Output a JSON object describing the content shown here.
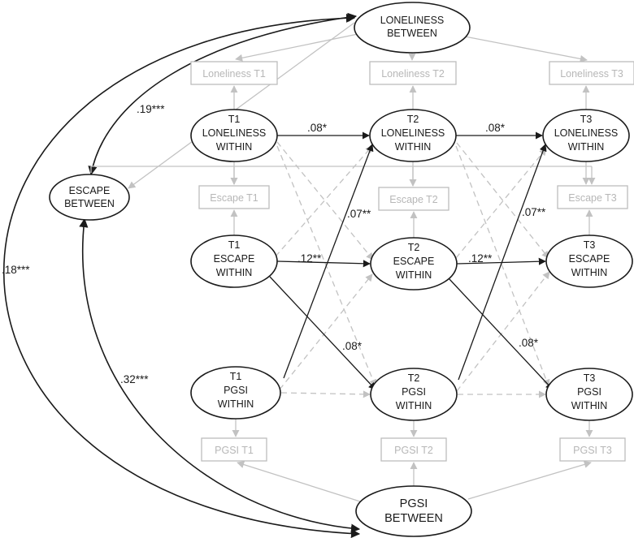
{
  "colors": {
    "dark_line": "#1a1a1a",
    "light_line": "#c2c2c2",
    "dashed_line": "#c2c2c2"
  },
  "nodes": {
    "lonelinessBetween": {
      "lines": [
        "LONELINESS",
        "BETWEEN"
      ]
    },
    "escapeBetween": {
      "lines": [
        "ESCAPE",
        "BETWEEN"
      ]
    },
    "pgsiBetween": {
      "lines": [
        "PGSI",
        "BETWEEN"
      ]
    },
    "lonT1Ind": {
      "lines": [
        "Loneliness T1"
      ]
    },
    "lonT2Ind": {
      "lines": [
        "Loneliness T2"
      ]
    },
    "lonT3Ind": {
      "lines": [
        "Loneliness T3"
      ]
    },
    "escT1Ind": {
      "lines": [
        "Escape T1"
      ]
    },
    "escT2Ind": {
      "lines": [
        "Escape T2"
      ]
    },
    "escT3Ind": {
      "lines": [
        "Escape T3"
      ]
    },
    "pgsiT1Ind": {
      "lines": [
        "PGSI T1"
      ]
    },
    "pgsiT2Ind": {
      "lines": [
        "PGSI T2"
      ]
    },
    "pgsiT3Ind": {
      "lines": [
        "PGSI T3"
      ]
    },
    "t1Lon": {
      "lines": [
        "T1",
        "LONELINESS",
        "WITHIN"
      ]
    },
    "t2Lon": {
      "lines": [
        "T2",
        "LONELINESS",
        "WITHIN"
      ]
    },
    "t3Lon": {
      "lines": [
        "T3",
        "LONELINESS",
        "WITHIN"
      ]
    },
    "t1Esc": {
      "lines": [
        "T1",
        "ESCAPE",
        "WITHIN"
      ]
    },
    "t2Esc": {
      "lines": [
        "T2",
        "ESCAPE",
        "WITHIN"
      ]
    },
    "t3Esc": {
      "lines": [
        "T3",
        "ESCAPE",
        "WITHIN"
      ]
    },
    "t1Pgsi": {
      "lines": [
        "T1",
        "PGSI",
        "WITHIN"
      ]
    },
    "t2Pgsi": {
      "lines": [
        "T2",
        "PGSI",
        "WITHIN"
      ]
    },
    "t3Pgsi": {
      "lines": [
        "T3",
        "PGSI",
        "WITHIN"
      ]
    }
  },
  "coefficients": {
    "lonBetweenEscBetween": ".19***",
    "lonBetweenPgsiBetween": ".18***",
    "escBetweenPgsiBetween": ".32***",
    "lon12": ".08*",
    "lon23": ".08*",
    "esc12": ".12**",
    "esc23": ".12**",
    "pgsiLon12": ".07**",
    "pgsiLon23": ".07**",
    "escPgsi12": ".08*",
    "escPgsi23": ".08*"
  }
}
